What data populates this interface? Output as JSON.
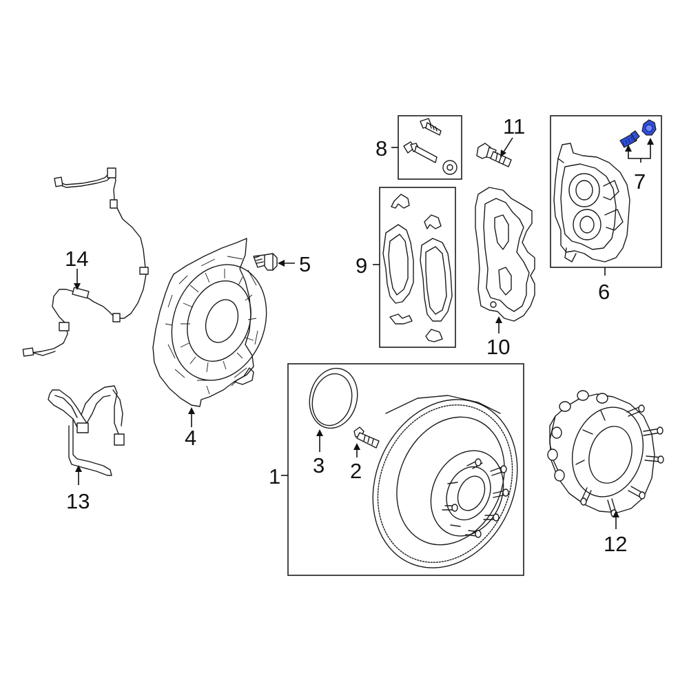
{
  "diagram": {
    "callouts": [
      {
        "id": "1",
        "text": "1"
      },
      {
        "id": "2",
        "text": "2"
      },
      {
        "id": "3",
        "text": "3"
      },
      {
        "id": "4",
        "text": "4"
      },
      {
        "id": "5",
        "text": "5"
      },
      {
        "id": "6",
        "text": "6"
      },
      {
        "id": "7",
        "text": "7"
      },
      {
        "id": "8",
        "text": "8"
      },
      {
        "id": "9",
        "text": "9"
      },
      {
        "id": "10",
        "text": "10"
      },
      {
        "id": "11",
        "text": "11"
      },
      {
        "id": "12",
        "text": "12"
      },
      {
        "id": "13",
        "text": "13"
      },
      {
        "id": "14",
        "text": "14"
      }
    ],
    "colors": {
      "line": "#1a1a1a",
      "background": "#ffffff",
      "highlight": "#2f4fd6"
    }
  }
}
